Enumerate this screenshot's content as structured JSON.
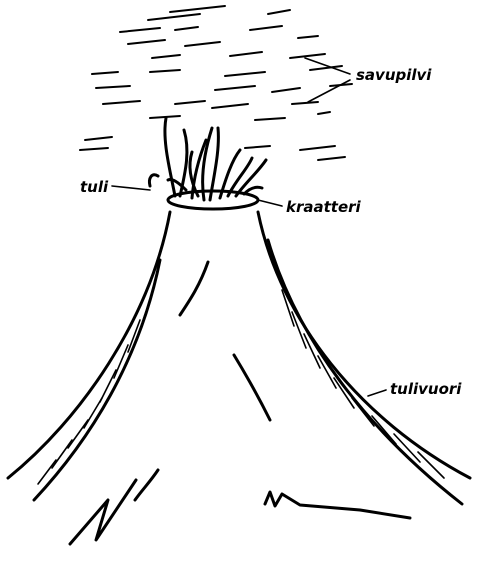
{
  "labels": {
    "smoke_cloud": "savupilvi",
    "fire": "tuli",
    "crater": "kraatteri",
    "volcano": "tulivuori"
  },
  "colors": {
    "ink": "#000000",
    "background": "#ffffff"
  }
}
